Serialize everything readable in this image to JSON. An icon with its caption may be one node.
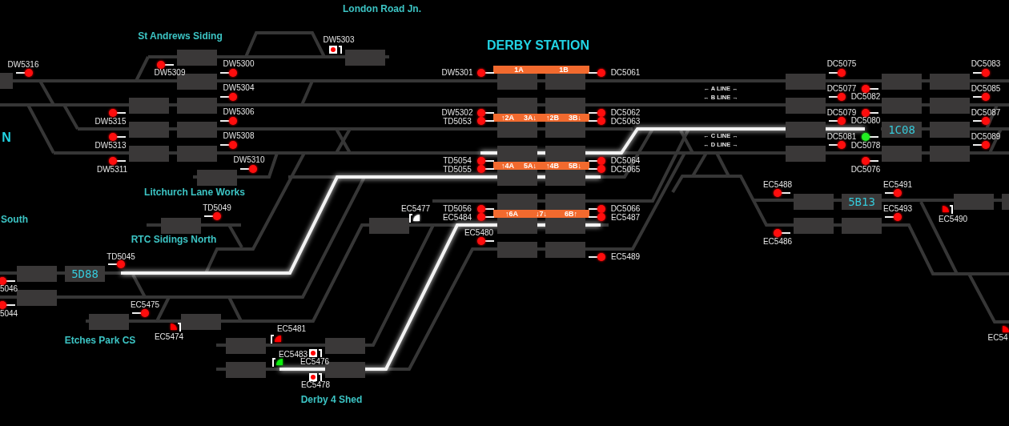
{
  "diagram": {
    "title": "DERBY STATION",
    "nodes": [
      {
        "text": [],
        "shape": "box"
      },
      {
        "text": [],
        "shape": "box"
      },
      {
        "text": [],
        "shape": "box"
      },
      {
        "text": [
          "1A",
          "1B"
        ]
      },
      {
        "text": [],
        "shape": "box"
      },
      {
        "text": [],
        "shape": "box"
      },
      {
        "text": [],
        "shape": "box"
      },
      {
        "text": [],
        "shape": "box"
      },
      {
        "text": [],
        "shape": "box"
      },
      {
        "text": [],
        "shape": "box"
      },
      {
        "text": [],
        "shape": "box"
      },
      {
        "text": [],
        "shape": "box"
      },
      {
        "text": [],
        "shape": "box"
      },
      {
        "text": [],
        "shape": "box"
      },
      {
        "text": [],
        "shape": "box"
      },
      {
        "text": [],
        "shape": "box"
      },
      {
        "text": [],
        "shape": "box"
      },
      {
        "text": [
          "↑2A",
          "3A↓",
          "↑2B",
          "3B↓"
        ]
      },
      {
        "text": [],
        "shape": "box"
      },
      {
        "text": [],
        "shape": "box"
      },
      {
        "text": [],
        "shape": "box"
      },
      {
        "text": [],
        "shape": "box"
      },
      {
        "text": [],
        "shape": "box"
      },
      {
        "text": [
          "1C08"
        ]
      },
      {
        "text": [],
        "shape": "box"
      },
      {
        "text": [],
        "shape": "box"
      },
      {
        "text": [],
        "shape": "box"
      },
      {
        "text": [],
        "shape": "box"
      },
      {
        "text": [],
        "shape": "box"
      },
      {
        "text": [],
        "shape": "box"
      },
      {
        "text": [],
        "shape": "box"
      },
      {
        "text": [],
        "shape": "box"
      },
      {
        "text": [
          "↑4A",
          "5A↓",
          "↑4B",
          "5B↓"
        ]
      },
      {
        "text": [],
        "shape": "box"
      },
      {
        "text": [],
        "shape": "box"
      },
      {
        "text": [],
        "shape": "box"
      },
      {
        "text": [],
        "shape": "box"
      },
      {
        "text": [],
        "shape": "box"
      },
      {
        "text": [],
        "shape": "box"
      },
      {
        "text": [
          "5B13"
        ]
      },
      {
        "text": [],
        "shape": "box"
      },
      {
        "text": [],
        "shape": "box"
      },
      {
        "text": [
          "↑6A",
          "↓7↓",
          "6B↑"
        ]
      },
      {
        "text": [],
        "shape": "box"
      },
      {
        "text": [],
        "shape": "box"
      },
      {
        "text": [],
        "shape": "box"
      },
      {
        "text": [],
        "shape": "box"
      },
      {
        "text": [],
        "shape": "box"
      },
      {
        "text": [],
        "shape": "box"
      },
      {
        "text": [],
        "shape": "box"
      },
      {
        "text": [],
        "shape": "box"
      },
      {
        "text": [],
        "shape": "box"
      },
      {
        "text": [
          "5D88"
        ]
      },
      {
        "text": [],
        "shape": "box"
      },
      {
        "text": [],
        "shape": "box"
      },
      {
        "text": [],
        "shape": "box"
      },
      {
        "text": [],
        "shape": "box"
      },
      {
        "text": [],
        "shape": "box"
      },
      {
        "text": [],
        "shape": "box"
      },
      {
        "text": [],
        "shape": "box"
      }
    ],
    "labels": [
      "London Road Jn.",
      "St Andrews Siding",
      "DW5303",
      "DW5316",
      "DW5300",
      "DW5301",
      "DC5061",
      "DC5075",
      "DC5083",
      "DW5309",
      "DW5304",
      "← A LINE ↔",
      "DC5077",
      "DC5085",
      "↔ B LINE →",
      "DC5082",
      "DW5306",
      "DW5302",
      "DC5062",
      "DC5079",
      "DC5087",
      "DW5315",
      "TD5053",
      "DC5063",
      "DC5080",
      "N",
      "DW5308",
      "← C LINE ↔",
      "DC5081",
      "DC5089",
      "DW5313",
      "↔ D LINE →",
      "DC5078",
      "DW5310",
      "TD5054",
      "DC5064",
      "DW5311",
      "TD5055",
      "DC5065",
      "DC5076",
      "EC5488",
      "EC5491",
      "Litchurch Lane Works",
      "South",
      "TD5049",
      "EC5477",
      "TD5056",
      "DC5066",
      "EC5493",
      "EC5484",
      "EC5487",
      "EC5490",
      "RTC Sidings North",
      "EC5480",
      "EC5486",
      "TD5045",
      "EC5489",
      "5046",
      "EC5475",
      "5044",
      "Etches Park CS",
      "EC5474",
      "EC5481",
      "EC54",
      "EC5483",
      "EC5476",
      "EC5478",
      "Derby 4 Shed"
    ]
  }
}
